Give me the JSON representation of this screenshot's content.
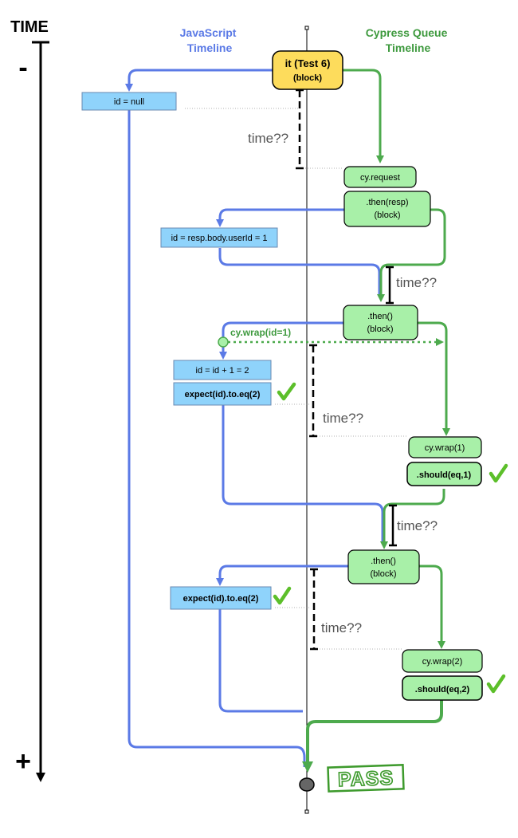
{
  "axis": {
    "title": "TIME",
    "minus": "-",
    "plus": "+"
  },
  "headers": {
    "js": [
      "JavaScript",
      "Timeline"
    ],
    "cypress": [
      "Cypress Queue",
      "Timeline"
    ]
  },
  "it_block": {
    "line1": "it (Test 6)",
    "line2": "(block)"
  },
  "js_boxes": {
    "id_null": "id = null",
    "id_resp": "id = resp.body.userId = 1",
    "id_inc": "id = id + 1 = 2",
    "expect1": "expect(id).to.eq(2)",
    "expect2": "expect(id).to.eq(2)"
  },
  "cy_boxes": {
    "request": "cy.request",
    "then_resp": [
      ".then(resp)",
      "(block)"
    ],
    "then1": [
      ".then()",
      "(block)"
    ],
    "wrap1": "cy.wrap(1)",
    "should1": ".should(eq,1)",
    "then2": [
      ".then()",
      "(block)"
    ],
    "wrap2": "cy.wrap(2)",
    "should2": ".should(eq,2)"
  },
  "wrap_label": "cy.wrap(id=1)",
  "time_labels": [
    "time??",
    "time??",
    "time??",
    "time??"
  ],
  "pass_stamp": "PASS",
  "colors": {
    "blue_line": "#5b7ae6",
    "blue_box": "#8fd3fb",
    "green_line": "#4daa4d",
    "green_box": "#a8f0a8",
    "yellow_box": "#fddc5c",
    "title_blue": "#5b7ae6",
    "title_green": "#3f9a3f",
    "check_green": "#5cbf2a",
    "pass_green": "#3d9a2c"
  }
}
